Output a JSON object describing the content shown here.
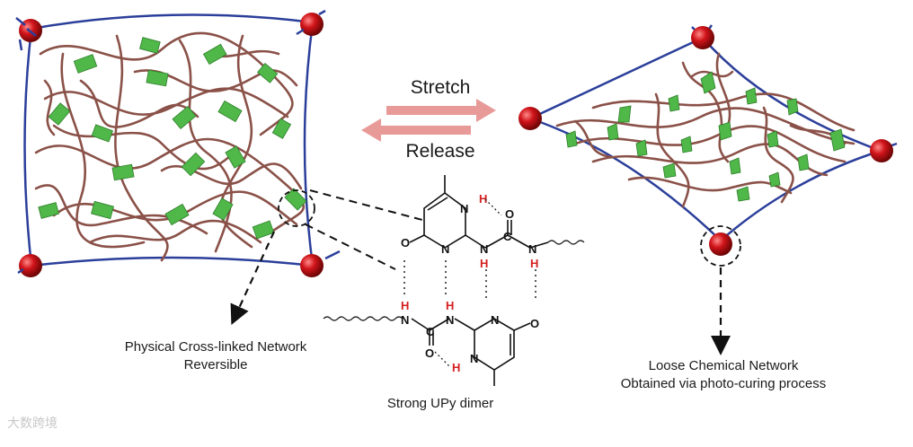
{
  "arrows": {
    "forward_label": "Stretch",
    "reverse_label": "Release"
  },
  "left_network": {
    "caption_line1": "Physical Cross-linked Network",
    "caption_line2": "Reversible"
  },
  "right_network": {
    "caption_line1": "Loose Chemical Network",
    "caption_line2": "Obtained via photo-curing process"
  },
  "dimer": {
    "caption": "Strong UPy dimer",
    "atoms": {
      "oxygen": "O",
      "nitrogen": "N",
      "hydrogen": "H",
      "carbon": "C"
    }
  },
  "watermark": "大数跨境",
  "colors": {
    "frame": "#2b3f9a",
    "chain": "#8a5148",
    "crosslink": "#4fb848",
    "node": "#c8141b",
    "arrow": "#e89a98",
    "hbond_h": "#d42020"
  }
}
